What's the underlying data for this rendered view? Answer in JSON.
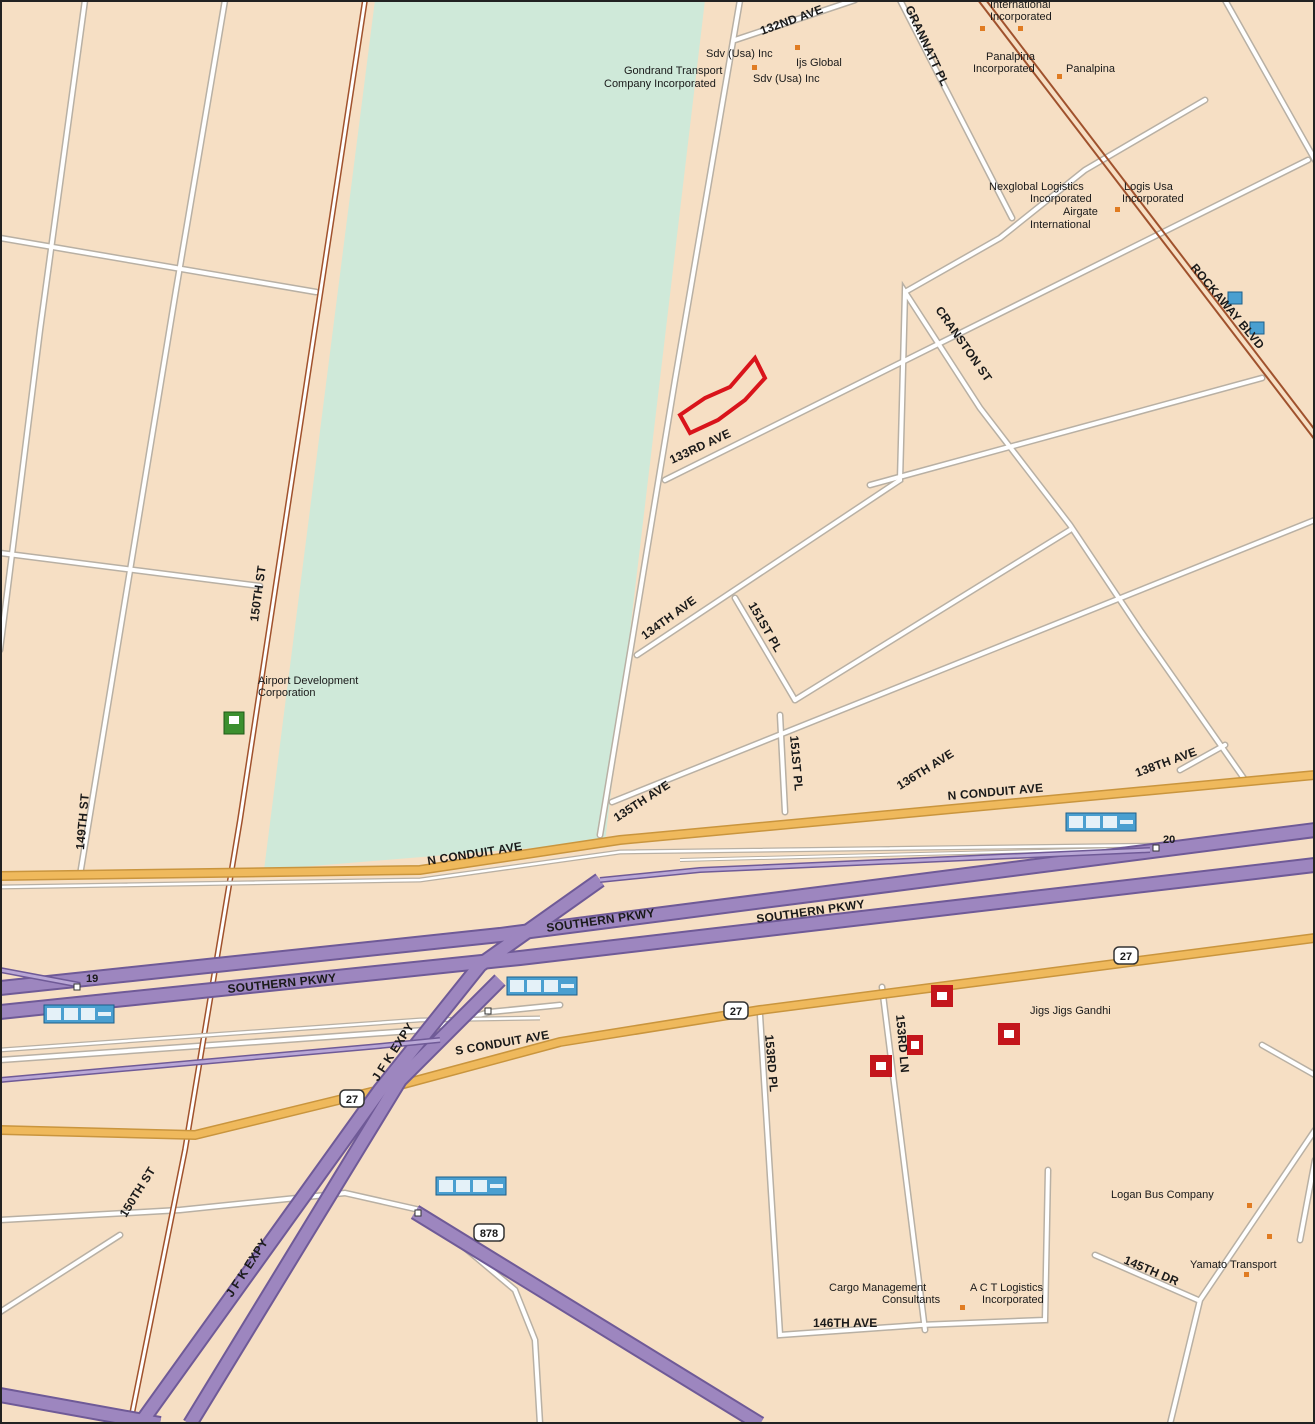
{
  "streets": {
    "s132nd_ave": "132ND AVE",
    "s133rd_ave": "133RD AVE",
    "s134th_ave": "134TH AVE",
    "s135th_ave": "135TH AVE",
    "s136th_ave": "136TH AVE",
    "s138th_ave": "138TH AVE",
    "s145th_dr": "145TH DR",
    "s146th_ave": "146TH AVE",
    "s149th_st": "149TH ST",
    "s150th_st": "150TH ST",
    "s151st_pl": "151ST PL",
    "s151st_pl_b": "151ST PL",
    "s153rd_ln": "153RD LN",
    "s153rd_pl": "153RD PL",
    "grannatt_pl": "GRANNATT PL",
    "cranston_st": "CRANSTON ST",
    "rockaway_blvd": "ROCKAWAY BLVD",
    "n_conduit_ave": "N CONDUIT AVE",
    "s_conduit_ave": "S CONDUIT AVE",
    "southern_pkwy": "SOUTHERN PKWY",
    "jfk_expy": "J F K EXPY"
  },
  "shields": {
    "r27": "27",
    "r878": "878",
    "exit19": "19",
    "exit20": "20"
  },
  "pois": {
    "sdv1": "Sdv (Usa) Inc",
    "ijs": "Ijs Global",
    "gondrand1": "Gondrand Transport",
    "gondrand2": "Company Incorporated",
    "sdv2": "Sdv (Usa) Inc",
    "intl1": "International",
    "intl2": "Incorporated",
    "panalpina1": "Panalpina",
    "panalpina2": "Incorporated",
    "panalpina3": "Panalpina",
    "nex1": "Nexglobal Logistics",
    "nex2": "Incorporated",
    "logis1": "Logis Usa",
    "logis2": "Incorporated",
    "airgate1": "Airgate",
    "airgate2": "International",
    "airport1": "Airport Development",
    "airport2": "Corporation",
    "jigs": "Jigs Jigs Gandhi",
    "logan": "Logan Bus Company",
    "yamato": "Yamato Transport",
    "cargo1": "Cargo Management",
    "cargo2": "Consultants",
    "act1": "A C T Logistics",
    "act2": "Incorporated"
  },
  "colors": {
    "land": "#f6dfc4",
    "water": "#cfe9d9",
    "street_casing": "#b8b0a4",
    "street_fill": "#ffffff",
    "arterial": "#efb95c",
    "highway": "#9d86bf",
    "rail": "#a0522d",
    "highlight": "#d9141b",
    "service_box": "#4a9fd0",
    "lodging": "#c4161c",
    "poi_dot": "#e07b21"
  },
  "icons": {
    "service": "food-gas-lodging-icon",
    "lodging": "hotel-icon",
    "poi": "business-dot-icon",
    "airport": "gas-station-icon"
  }
}
